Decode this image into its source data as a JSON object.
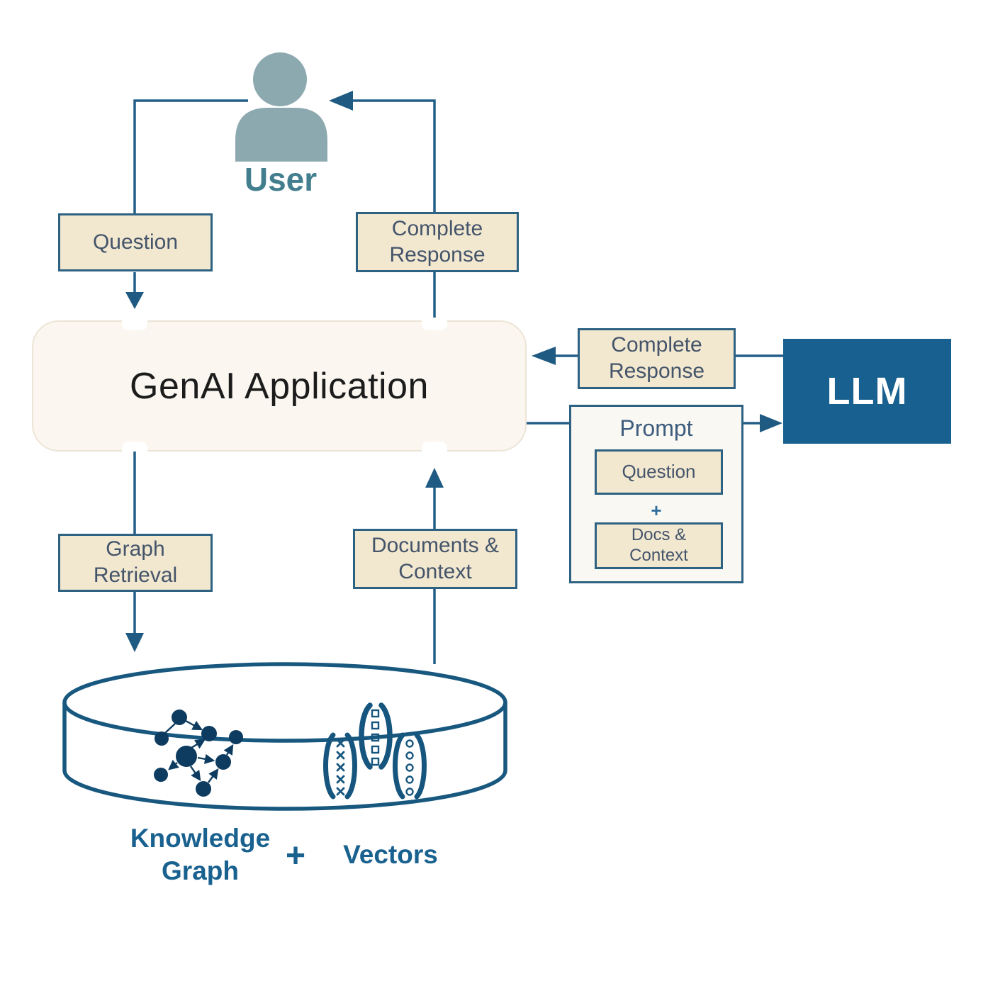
{
  "user": {
    "label": "User"
  },
  "genai_app": {
    "label": "GenAI Application"
  },
  "llm": {
    "label": "LLM"
  },
  "flows": {
    "question": {
      "label": "Question"
    },
    "complete_response_to_user": {
      "line1": "Complete",
      "line2": "Response"
    },
    "complete_response_from_llm": {
      "line1": "Complete",
      "line2": "Response"
    },
    "graph_retrieval": {
      "line1": "Graph",
      "line2": "Retrieval"
    },
    "documents_context": {
      "line1": "Documents &",
      "line2": "Context"
    }
  },
  "prompt": {
    "title": "Prompt",
    "question_label": "Question",
    "plus": "+",
    "docs_line1": "Docs &",
    "docs_line2": "Context"
  },
  "datastore": {
    "knowledge_graph_line1": "Knowledge",
    "knowledge_graph_line2": "Graph",
    "plus": "+",
    "vectors_label": "Vectors"
  },
  "icons": {
    "user_icon": "person-silhouette",
    "datastore_icon": "database-cylinder",
    "knowledge_graph_icon": "node-link-graph",
    "vectors_icon": "bracketed-column-vectors"
  },
  "colors": {
    "connector_blue": "#235E88",
    "box_border_blue": "#2E6283",
    "box_fill_beige": "#F2E8D0",
    "box_text_slate": "#44546A",
    "genai_fill": "#FBF7F0",
    "genai_border": "#ECE5D6",
    "llm_fill": "#17608F",
    "llm_text": "#FFFFFF",
    "user_icon_teal": "#8CA9B0",
    "user_label_teal": "#427E8E",
    "datastore_blue": "#18587F",
    "kg_node_navy": "#0E3C60",
    "bottom_label_blue": "#19618F"
  }
}
